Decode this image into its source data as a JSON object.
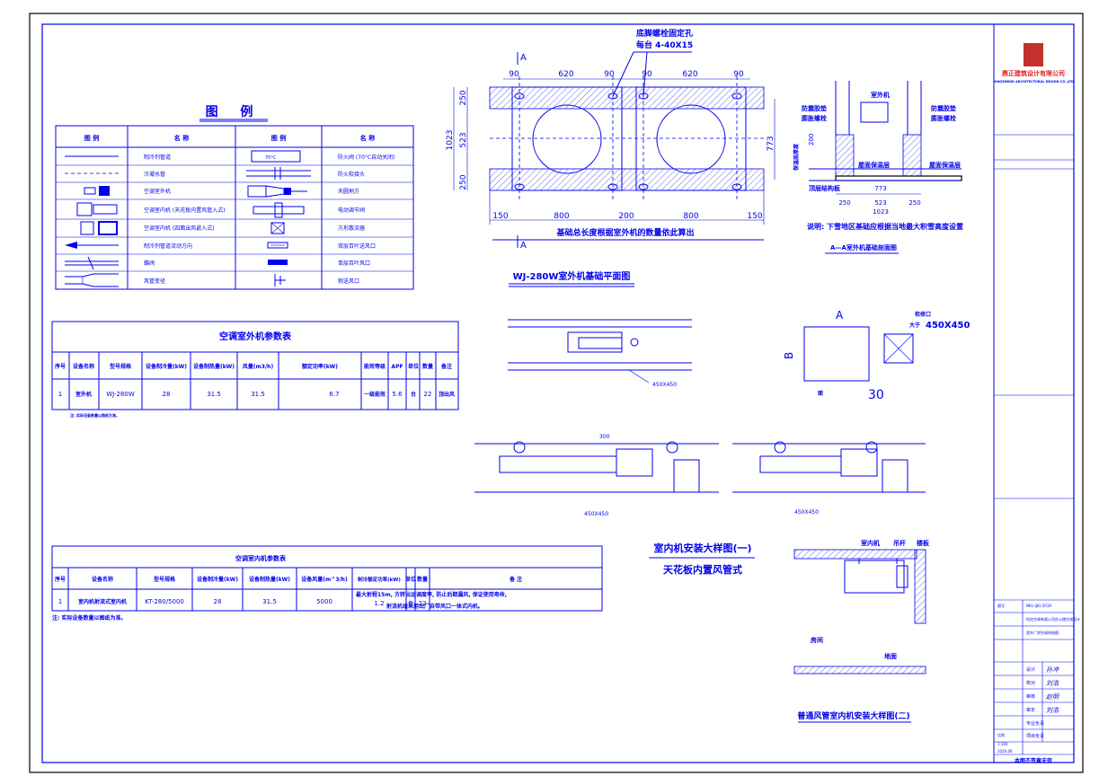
{
  "legend": {
    "title": "图 例",
    "headers": [
      "图 例",
      "名 称",
      "图 例",
      "名 称"
    ],
    "rows": [
      [
        "制冷剂管道",
        "防火阀 (70°C自动关闭)"
      ],
      [
        "冷凝水管",
        "防火软接头"
      ],
      [
        "空调室外机",
        "天圆地方"
      ],
      [
        "空调室内机 (天花板内置风管入式)",
        "电动调节阀"
      ],
      [
        "空调室内机 (四面出风嵌入式)",
        "方形散流器"
      ],
      [
        "制冷剂管道流动方向",
        "双层百叶送风口"
      ],
      [
        "蝶阀",
        "单层百叶风口"
      ],
      [
        "风管变径",
        "侧送风口"
      ]
    ],
    "symbol_text": "70°C"
  },
  "outdoor_table": {
    "title": "空调室外机参数表",
    "headers": [
      "序号",
      "设备名称",
      "型号规格",
      "设备制冷量(kW)",
      "设备制热量(kW)",
      "风量(m3/h)",
      "额定功率(kW)",
      "能效等级",
      "APF",
      "单位",
      "数量",
      "备注"
    ],
    "row": [
      "1",
      "室外机",
      "WJ-280W",
      "28",
      "31.5",
      "31.5",
      "6.7",
      "一级能效",
      "5.6",
      "台",
      "22",
      "顶出风"
    ],
    "note": "注: 实际设备数量以图纸为准。"
  },
  "indoor_table": {
    "title": "空调室内机参数表",
    "headers": [
      "序号",
      "设备名称",
      "型号规格",
      "设备制冷量(kW)",
      "设备制热量(kW)",
      "设备风量(m^3/h)",
      "制冷额定功率(kW)",
      "单位",
      "数量",
      "备 注"
    ],
    "row": [
      "1",
      "室内机射流式室内机",
      "KT-280/5000",
      "28",
      "31.5",
      "5000",
      "1.2",
      "台",
      "22"
    ],
    "remark1": "最大射程15m, 方转出运调度率, 防止后期漏风, 保证使用寿命,",
    "remark2": "射流机组采用出厂自带风口一体式内机。",
    "note": "注: 实际设备数量以图纸为准。"
  },
  "foundation_plan": {
    "section_marker": "A",
    "callout_line1": "底脚螺栓固定孔",
    "callout_line2": "每台 4-40X15",
    "top_dims": [
      "90",
      "620",
      "90",
      "90",
      "620",
      "90"
    ],
    "bottom_dims": [
      "150",
      "800",
      "200",
      "800",
      "150"
    ],
    "left_dims": [
      "250",
      "523",
      "250"
    ],
    "left_total": "1023",
    "right_dim": "773",
    "caption": "基础总长度根据室外机的数量依此算出",
    "title": "WJ-280W室外机基础平面图"
  },
  "section_aa": {
    "unit_label": "室外机",
    "anchor_label1": "防震胶垫",
    "anchor_label2": "膨胀螺栓",
    "layer_label": "屋面保温层",
    "slab_label": "顶层结构板",
    "side_label": "保温层厚度",
    "dims": [
      "200",
      "250",
      "523",
      "250"
    ],
    "width_dim": "773",
    "total_dim": "1023",
    "note": "说明: 下雪地区基础应根据当地最大积雪高度设置",
    "title": "A—A室外机基础剖面图"
  },
  "duct_plan": {
    "size_label": "450X450",
    "unit_label": "室内机",
    "side_a": "A",
    "side_b": "B",
    "dim_30": "30",
    "size_large": "450X450",
    "access_label": "检修口",
    "access_size": "大于",
    "side_label": "面"
  },
  "sections": {
    "size_labels": [
      "450X450",
      "450X450"
    ],
    "dim_300": "300",
    "title1": "室内机安装大样图(一)",
    "title2": "天花板内置风管式"
  },
  "detail2": {
    "unit_label": "室内机",
    "rod_label": "吊杆",
    "slab_label": "楼板",
    "room_label": "房间",
    "floor_label": "地面",
    "title": "普通风管室内机安装大样图(二)"
  },
  "title_block": {
    "company": "鼎正建筑设计有限公司",
    "company_en": "DINGZHENG ARCHITECTURAL DESIGN CO.,LTD",
    "drawing_no_label": "图号",
    "drawing_no": "NRL-(JK)-2019",
    "project_name": "恒信空调有限公司办公楼空调设计",
    "drawing_title": "室外厂房空调系统图",
    "signatures": [
      "孙冲",
      "刘浩",
      "赵明",
      "刘浩"
    ],
    "sign_labels": [
      "设计",
      "校对",
      "审核",
      "审定",
      "专业负责",
      "项目负责"
    ],
    "scale_label": "比例",
    "scale": "1:100",
    "date": "2020.06",
    "footer": "本图不签章无效"
  },
  "colors": {
    "line": "#0000ee",
    "logo": "#c0322b"
  }
}
